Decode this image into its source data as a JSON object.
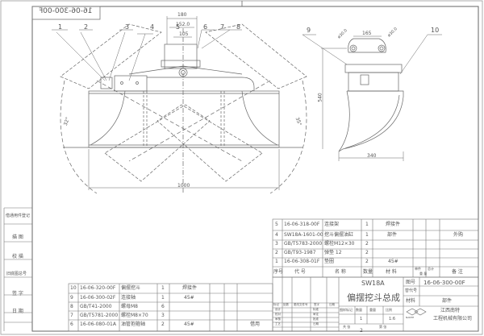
{
  "drawing": {
    "code_stamp": "16-06-300-00F",
    "balloons": [
      "1",
      "2",
      "3",
      "4",
      "5",
      "6",
      "7",
      "8",
      "9",
      "10"
    ],
    "dimensions": {
      "front_top": "180",
      "front_mid": "152.0",
      "front_inner": "105",
      "front_width": "1000",
      "angle_left": "32°",
      "angle_right": "35°",
      "side_pin_spacing": "165",
      "side_pin_left": "ø30.0",
      "side_pin_right": "ø30.0",
      "side_height": "540",
      "side_width": "340"
    }
  },
  "side_panel": {
    "labels": [
      "借通用件登记",
      "描 图",
      "校 描",
      "旧底图总号",
      "签 字",
      "日 期"
    ]
  },
  "parts_list_upper": {
    "rows": [
      {
        "no": "5",
        "code": "16-06-318-00F",
        "name": "连接架",
        "qty": "1",
        "material": "焊接件",
        "note": ""
      },
      {
        "no": "4",
        "code": "SW18A-1601-00",
        "name": "挖斗偏摆油缸",
        "qty": "1",
        "material": "部件",
        "note": "外购"
      },
      {
        "no": "3",
        "code": "GB/T5783-2000",
        "name": "螺栓M12×30",
        "qty": "2",
        "material": "",
        "note": ""
      },
      {
        "no": "2",
        "code": "GB/T93-1987",
        "name": "弹垫 12",
        "qty": "2",
        "material": "",
        "note": ""
      },
      {
        "no": "1",
        "code": "16-06-308-01F",
        "name": "垫圈",
        "qty": "2",
        "material": "45#",
        "note": ""
      }
    ],
    "header": {
      "no": "序号",
      "code": "代 号",
      "name": "名 称",
      "qty": "数量",
      "material": "材 料",
      "unit": "单件",
      "total": "总计",
      "weight": "重 量",
      "note": "备 注"
    }
  },
  "parts_list_lower": {
    "rows": [
      {
        "no": "10",
        "code": "16-06-320-00F",
        "name": "偏摆挖斗",
        "qty": "1",
        "material": "焊接件",
        "note": ""
      },
      {
        "no": "9",
        "code": "16-06-300-02F",
        "name": "连接轴",
        "qty": "1",
        "material": "45#",
        "note": ""
      },
      {
        "no": "8",
        "code": "GB/T41-2000",
        "name": "螺母M8",
        "qty": "6",
        "material": "",
        "note": ""
      },
      {
        "no": "7",
        "code": "GB/T5781-2000",
        "name": "螺栓M8×70",
        "qty": "3",
        "material": "",
        "note": ""
      },
      {
        "no": "6",
        "code": "16-06-080-01A",
        "name": "油管抱箍轴",
        "qty": "2",
        "material": "45#",
        "note": "借用"
      }
    ]
  },
  "title_block": {
    "model": "SW18A",
    "title": "偏摆挖斗总成",
    "drawing_no_label": "图号",
    "drawing_no": "16-06-300-00F",
    "replace_label": "替代号",
    "replace_value": "",
    "material_label": "材料",
    "material_value": "部件",
    "stage_label": "图样标记",
    "qty_label": "数量",
    "weight_label": "重量",
    "scale_label": "比例",
    "qty_value": "1",
    "scale_value": "1:6",
    "sheets_label": "共 张",
    "sheet_label": "第 张",
    "company": "江西南特",
    "company_line2": "工程机械有限公司",
    "logo_text": "NANTE",
    "rev_headers": [
      "标记",
      "处数",
      "更改文件号",
      "签字",
      "日期"
    ],
    "sign_rows": [
      "设计",
      "校对",
      "审核",
      "工艺"
    ],
    "sign_rows_right": [
      "标准",
      "审定",
      "批准",
      "日期"
    ],
    "page_mark": "2"
  }
}
